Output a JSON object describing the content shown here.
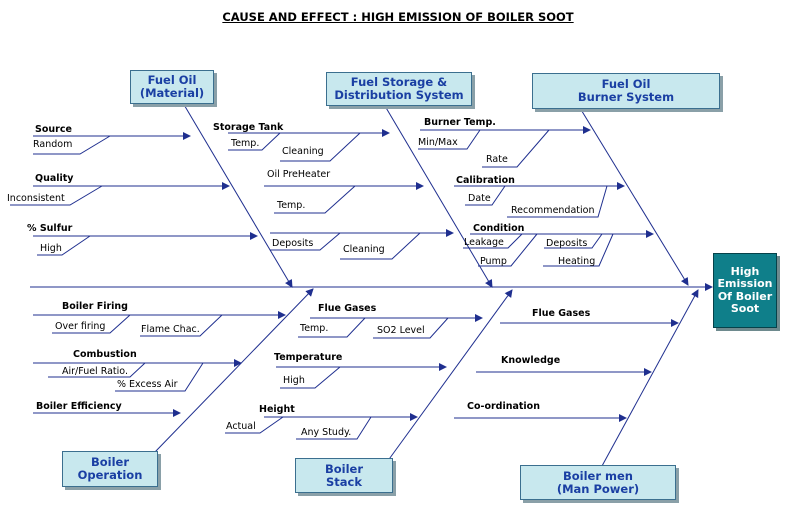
{
  "title": "CAUSE AND EFFECT : HIGH EMISSION OF BOILER SOOT",
  "effect": {
    "line1": "High",
    "line2": "Emission",
    "line3": "Of Boiler",
    "line4": "Soot"
  },
  "categories": {
    "fuel_oil_material": {
      "line1": "Fuel Oil",
      "line2": "(Material)"
    },
    "fuel_storage": {
      "line1": "Fuel Storage &",
      "line2": "Distribution System"
    },
    "burner_system": {
      "line1": "Fuel Oil",
      "line2": "Burner System"
    },
    "boiler_operation": {
      "line1": "Boiler",
      "line2": "Operation"
    },
    "boiler_stack": {
      "line1": "Boiler",
      "line2": "Stack"
    },
    "boiler_men": {
      "line1": "Boiler men",
      "line2": "(Man Power)"
    }
  },
  "causes": {
    "source": "Source",
    "random": "Random",
    "quality": "Quality",
    "inconsistent": "Inconsistent",
    "sulfur": "% Sulfur",
    "high_sulfur": "High",
    "storage_tank": "Storage Tank",
    "temp_st": "Temp.",
    "cleaning_st": "Cleaning",
    "oil_preheater": "Oil PreHeater",
    "temp_ph": "Temp.",
    "deposits_ds": "Deposits",
    "cleaning_ds": "Cleaning",
    "burner_temp": "Burner Temp.",
    "min_max": "Min/Max",
    "rate": "Rate",
    "calibration": "Calibration",
    "date": "Date",
    "recommendation": "Recommendation",
    "condition": "Condition",
    "leakage": "Leakage",
    "deposits_cond": "Deposits",
    "pump": "Pump",
    "heating": "Heating",
    "boiler_firing": "Boiler Firing",
    "over_firing": "Over firing",
    "flame_chac": "Flame Chac.",
    "combustion": "Combustion",
    "air_fuel": "Air/Fuel Ratio.",
    "excess_air": "% Excess Air",
    "boiler_efficiency": "Boiler Efficiency",
    "flue_gases_stack": "Flue Gases",
    "temp_fg": "Temp.",
    "so2": "SO2 Level",
    "temperature": "Temperature",
    "high_temp": "High",
    "height": "Height",
    "actual": "Actual",
    "any_study": "Any Study.",
    "flue_gases_men": "Flue Gases",
    "knowledge": "Knowledge",
    "coordination": "Co-ordination"
  },
  "colors": {
    "line": "#1f2f8f",
    "box_fill": "#c8e8ee",
    "effect_fill": "#0f7f8a"
  }
}
